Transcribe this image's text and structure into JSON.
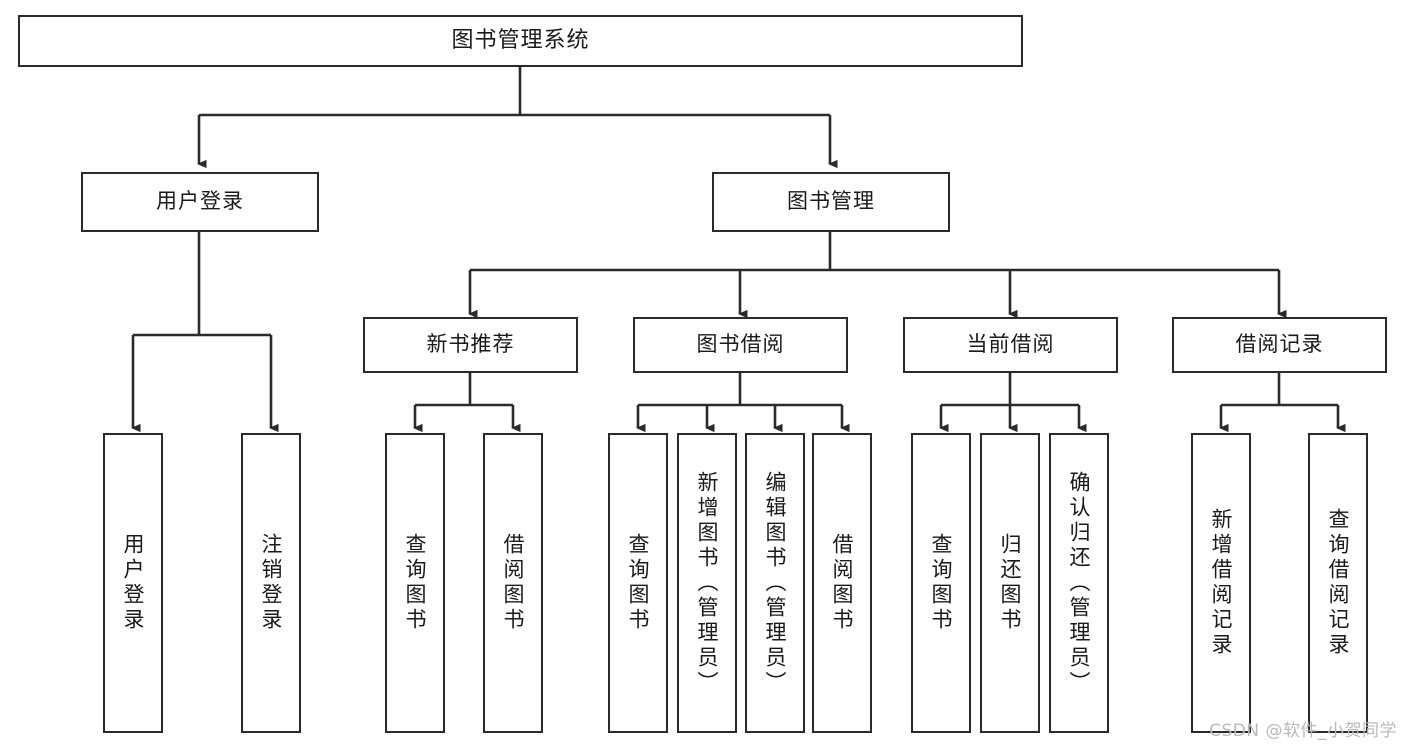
{
  "diagram": {
    "title": "图书管理系统",
    "type": "tree",
    "watermark": "CSDN @软件_小贺同学",
    "colors": {
      "background": "#ffffff",
      "node_fill": "#ffffff",
      "node_border": "#2b2b2b",
      "edge": "#2b2b2b",
      "text": "#1a1a1a",
      "watermark": "#b9b9b9"
    },
    "nodes": {
      "root": {
        "label": "图书管理系统",
        "orientation": "horizontal"
      },
      "user_login": {
        "label": "用户登录",
        "orientation": "horizontal"
      },
      "book_manage": {
        "label": "图书管理",
        "orientation": "horizontal"
      },
      "new_book_rec": {
        "label": "新书推荐",
        "orientation": "horizontal"
      },
      "book_borrow": {
        "label": "图书借阅",
        "orientation": "horizontal"
      },
      "current_borrow": {
        "label": "当前借阅",
        "orientation": "horizontal"
      },
      "borrow_record": {
        "label": "借阅记录",
        "orientation": "horizontal"
      },
      "leaf_user_login": {
        "label": "用户登录",
        "orientation": "vertical"
      },
      "leaf_logout_login": {
        "label": "注销登录",
        "orientation": "vertical"
      },
      "leaf_query_book_rec": {
        "label": "查询图书",
        "orientation": "vertical"
      },
      "leaf_borrow_book_rec": {
        "label": "借阅图书",
        "orientation": "vertical"
      },
      "leaf_query_book_borrow": {
        "label": "查询图书",
        "orientation": "vertical"
      },
      "leaf_add_book": {
        "label": "新增图书（管理员）",
        "orientation": "vertical"
      },
      "leaf_edit_book": {
        "label": "编辑图书（管理员）",
        "orientation": "vertical"
      },
      "leaf_borrow_book": {
        "label": "借阅图书",
        "orientation": "vertical"
      },
      "leaf_query_book_current": {
        "label": "查询图书",
        "orientation": "vertical"
      },
      "leaf_return_book": {
        "label": "归还图书",
        "orientation": "vertical"
      },
      "leaf_confirm_return": {
        "label": "确认归还（管理员）",
        "orientation": "vertical"
      },
      "leaf_add_record": {
        "label": "新增借阅记录",
        "orientation": "vertical"
      },
      "leaf_query_record": {
        "label": "查询借阅记录",
        "orientation": "vertical"
      }
    },
    "edges": [
      {
        "from": "root",
        "to": "user_login"
      },
      {
        "from": "root",
        "to": "book_manage"
      },
      {
        "from": "user_login",
        "to": "leaf_user_login"
      },
      {
        "from": "user_login",
        "to": "leaf_logout_login"
      },
      {
        "from": "book_manage",
        "to": "new_book_rec"
      },
      {
        "from": "book_manage",
        "to": "book_borrow"
      },
      {
        "from": "book_manage",
        "to": "current_borrow"
      },
      {
        "from": "book_manage",
        "to": "borrow_record"
      },
      {
        "from": "new_book_rec",
        "to": "leaf_query_book_rec"
      },
      {
        "from": "new_book_rec",
        "to": "leaf_borrow_book_rec"
      },
      {
        "from": "book_borrow",
        "to": "leaf_query_book_borrow"
      },
      {
        "from": "book_borrow",
        "to": "leaf_add_book"
      },
      {
        "from": "book_borrow",
        "to": "leaf_edit_book"
      },
      {
        "from": "book_borrow",
        "to": "leaf_borrow_book"
      },
      {
        "from": "current_borrow",
        "to": "leaf_query_book_current"
      },
      {
        "from": "current_borrow",
        "to": "leaf_return_book"
      },
      {
        "from": "current_borrow",
        "to": "leaf_confirm_return"
      },
      {
        "from": "borrow_record",
        "to": "leaf_add_record"
      },
      {
        "from": "borrow_record",
        "to": "leaf_query_record"
      }
    ]
  }
}
